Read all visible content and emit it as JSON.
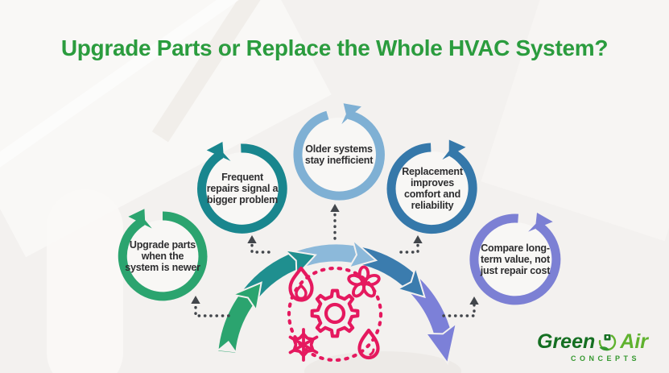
{
  "title": "Upgrade Parts or Replace the Whole HVAC System?",
  "palette": {
    "background": "#f3f1ef",
    "title_green": "#2b9c3e",
    "text_dark": "#2e2e30",
    "connector_gray": "#42464b",
    "icon_pink": "#e5195f",
    "logo_dark_green": "#156f22",
    "logo_light_green": "#5fb22e",
    "logo_concepts_green": "#35982f"
  },
  "badges": [
    {
      "label": "Upgrade parts when the system is newer",
      "color": "#2ba46f"
    },
    {
      "label": "Frequent repairs signal a bigger problem",
      "color": "#19868e"
    },
    {
      "label": "Older systems stay inefficient",
      "color": "#7fb0d4"
    },
    {
      "label": "Replacement improves comfort and reliability",
      "color": "#3578aa"
    },
    {
      "label": "Compare long-term value, not just repair cost",
      "color": "#7c80d4"
    }
  ],
  "arc_segments": [
    "#2ba46f",
    "#1f8f8f",
    "#8cb9da",
    "#3b7cae",
    "#7c80d8"
  ],
  "center_icons": [
    "flame",
    "fan",
    "gear",
    "snowflake",
    "droplet"
  ],
  "logo": {
    "green": "Green",
    "air": "Air",
    "concepts": "CONCEPTS"
  }
}
